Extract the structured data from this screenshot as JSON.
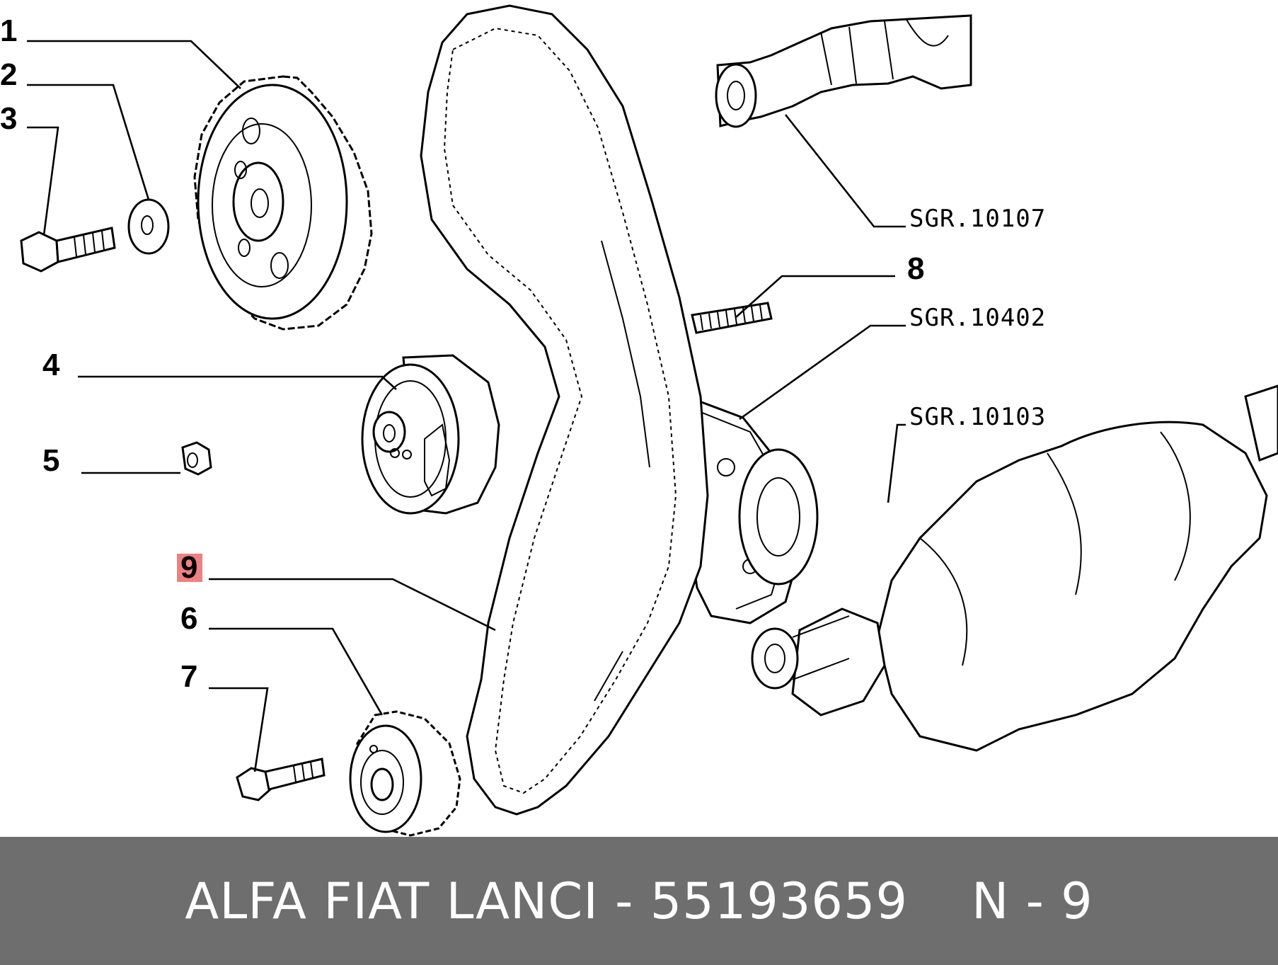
{
  "callouts": {
    "n1": "1",
    "n2": "2",
    "n3": "3",
    "n4": "4",
    "n5": "5",
    "n6": "6",
    "n7": "7",
    "n8": "8",
    "n9": "9"
  },
  "refs": {
    "camshaft": "SGR.10107",
    "block": "SGR.10402",
    "crankshaft": "SGR.10103"
  },
  "highlight_color": "#f08080",
  "footer": {
    "part_info": "ALFA FIAT LANCI - 55193659",
    "position": "N - 9"
  }
}
